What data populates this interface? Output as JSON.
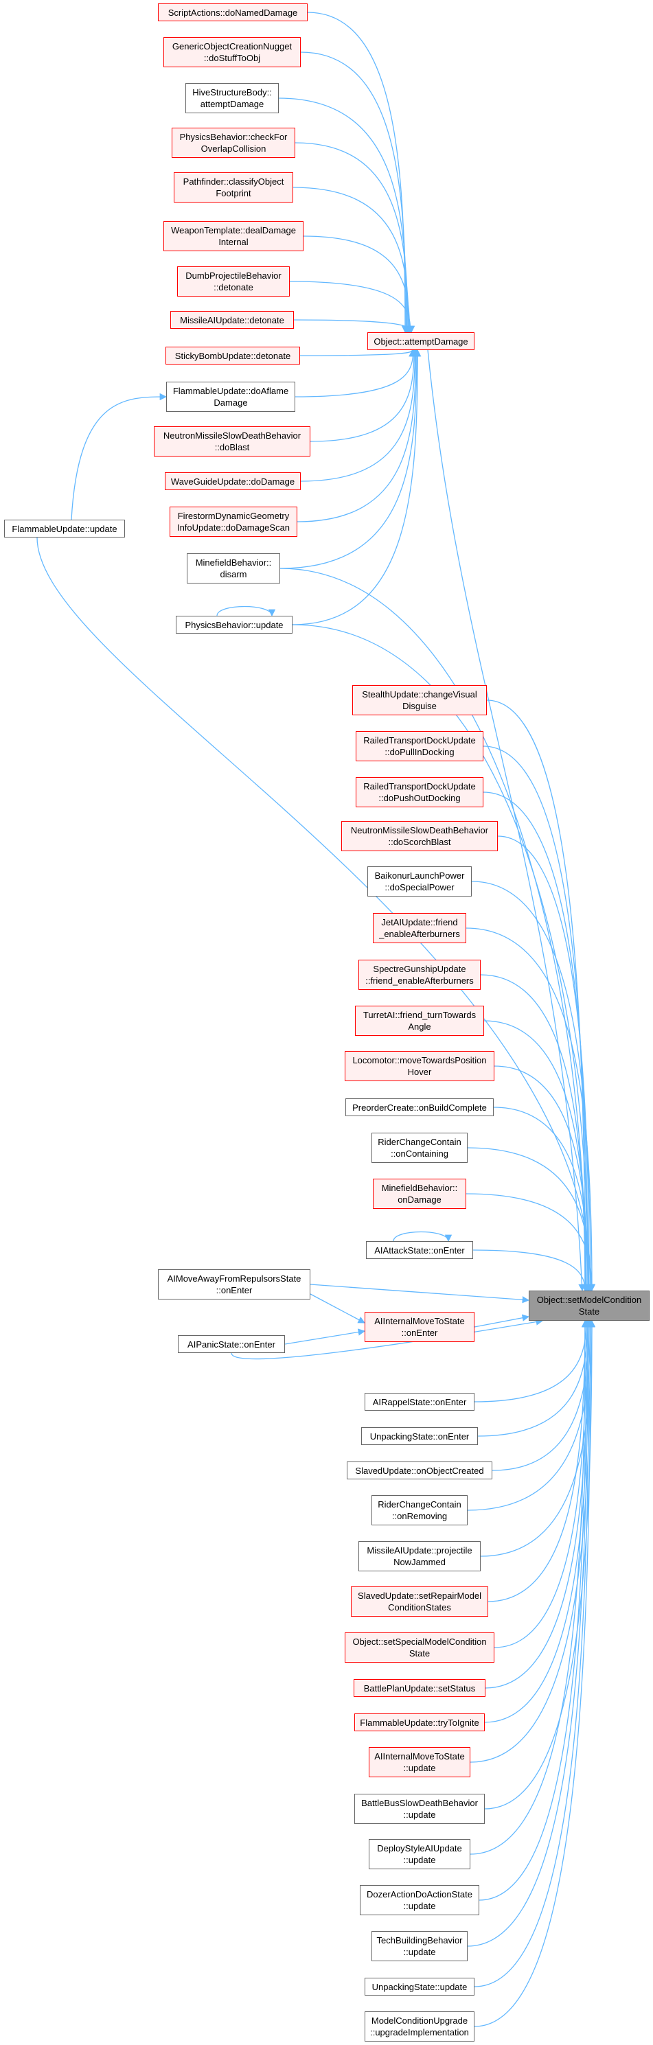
{
  "root": {
    "line1": "Object::setModelCondition",
    "line2": "State"
  },
  "attempt_damage": {
    "line1": "Object::attemptDamage",
    "line2": ""
  },
  "colors": {
    "edge": "#63b8ff",
    "red_border": "#ff0000",
    "red_fill": "#fff0f0",
    "border": "#666666",
    "root_fill": "#999999"
  },
  "nodes": {
    "n1": {
      "line1": "ScriptActions::doNamedDamage",
      "line2": ""
    },
    "n2": {
      "line1": "GenericObjectCreationNugget",
      "line2": "::doStuffToObj"
    },
    "n3": {
      "line1": "HiveStructureBody::",
      "line2": "attemptDamage"
    },
    "n4": {
      "line1": "PhysicsBehavior::checkFor",
      "line2": "OverlapCollision"
    },
    "n5": {
      "line1": "Pathfinder::classifyObject",
      "line2": "Footprint"
    },
    "n6": {
      "line1": "WeaponTemplate::dealDamage",
      "line2": "Internal"
    },
    "n7": {
      "line1": "DumbProjectileBehavior",
      "line2": "::detonate"
    },
    "n8": {
      "line1": "MissileAIUpdate::detonate",
      "line2": ""
    },
    "n9": {
      "line1": "StickyBombUpdate::detonate",
      "line2": ""
    },
    "n10": {
      "line1": "FlammableUpdate::doAflame",
      "line2": "Damage"
    },
    "n11": {
      "line1": "NeutronMissileSlowDeathBehavior",
      "line2": "::doBlast"
    },
    "n12": {
      "line1": "WaveGuideUpdate::doDamage",
      "line2": ""
    },
    "n13": {
      "line1": "FirestormDynamicGeometry",
      "line2": "InfoUpdate::doDamageScan"
    },
    "n14": {
      "line1": "MinefieldBehavior::",
      "line2": "disarm"
    },
    "n15": {
      "line1": "PhysicsBehavior::update",
      "line2": ""
    },
    "n16": {
      "line1": "FlammableUpdate::update",
      "line2": ""
    },
    "n17": {
      "line1": "StealthUpdate::changeVisual",
      "line2": "Disguise"
    },
    "n18": {
      "line1": "RailedTransportDockUpdate",
      "line2": "::doPullInDocking"
    },
    "n19": {
      "line1": "RailedTransportDockUpdate",
      "line2": "::doPushOutDocking"
    },
    "n20": {
      "line1": "NeutronMissileSlowDeathBehavior",
      "line2": "::doScorchBlast"
    },
    "n21": {
      "line1": "BaikonurLaunchPower",
      "line2": "::doSpecialPower"
    },
    "n22": {
      "line1": "JetAIUpdate::friend",
      "line2": "_enableAfterburners"
    },
    "n23": {
      "line1": "SpectreGunshipUpdate",
      "line2": "::friend_enableAfterburners"
    },
    "n24": {
      "line1": "TurretAI::friend_turnTowards",
      "line2": "Angle"
    },
    "n25": {
      "line1": "Locomotor::moveTowardsPosition",
      "line2": "Hover"
    },
    "n26": {
      "line1": "PreorderCreate::onBuildComplete",
      "line2": ""
    },
    "n27": {
      "line1": "RiderChangeContain",
      "line2": "::onContaining"
    },
    "n28": {
      "line1": "MinefieldBehavior::",
      "line2": "onDamage"
    },
    "n29": {
      "line1": "AIAttackState::onEnter",
      "line2": ""
    },
    "n30": {
      "line1": "AIMoveAwayFromRepulsorsState",
      "line2": "::onEnter"
    },
    "n31": {
      "line1": "AIInternalMoveToState",
      "line2": "::onEnter"
    },
    "n32": {
      "line1": "AIPanicState::onEnter",
      "line2": ""
    },
    "n33": {
      "line1": "AIRappelState::onEnter",
      "line2": ""
    },
    "n34": {
      "line1": "UnpackingState::onEnter",
      "line2": ""
    },
    "n35": {
      "line1": "SlavedUpdate::onObjectCreated",
      "line2": ""
    },
    "n36": {
      "line1": "RiderChangeContain",
      "line2": "::onRemoving"
    },
    "n37": {
      "line1": "MissileAIUpdate::projectile",
      "line2": "NowJammed"
    },
    "n38": {
      "line1": "SlavedUpdate::setRepairModel",
      "line2": "ConditionStates"
    },
    "n39": {
      "line1": "Object::setSpecialModelCondition",
      "line2": "State"
    },
    "n40": {
      "line1": "BattlePlanUpdate::setStatus",
      "line2": ""
    },
    "n41": {
      "line1": "FlammableUpdate::tryToIgnite",
      "line2": ""
    },
    "n42": {
      "line1": "AIInternalMoveToState",
      "line2": "::update"
    },
    "n43": {
      "line1": "BattleBusSlowDeathBehavior",
      "line2": "::update"
    },
    "n44": {
      "line1": "DeployStyleAIUpdate",
      "line2": "::update"
    },
    "n45": {
      "line1": "DozerActionDoActionState",
      "line2": "::update"
    },
    "n46": {
      "line1": "TechBuildingBehavior",
      "line2": "::update"
    },
    "n47": {
      "line1": "UnpackingState::update",
      "line2": ""
    },
    "n48": {
      "line1": "ModelConditionUpgrade",
      "line2": "::upgradeImplementation"
    }
  }
}
